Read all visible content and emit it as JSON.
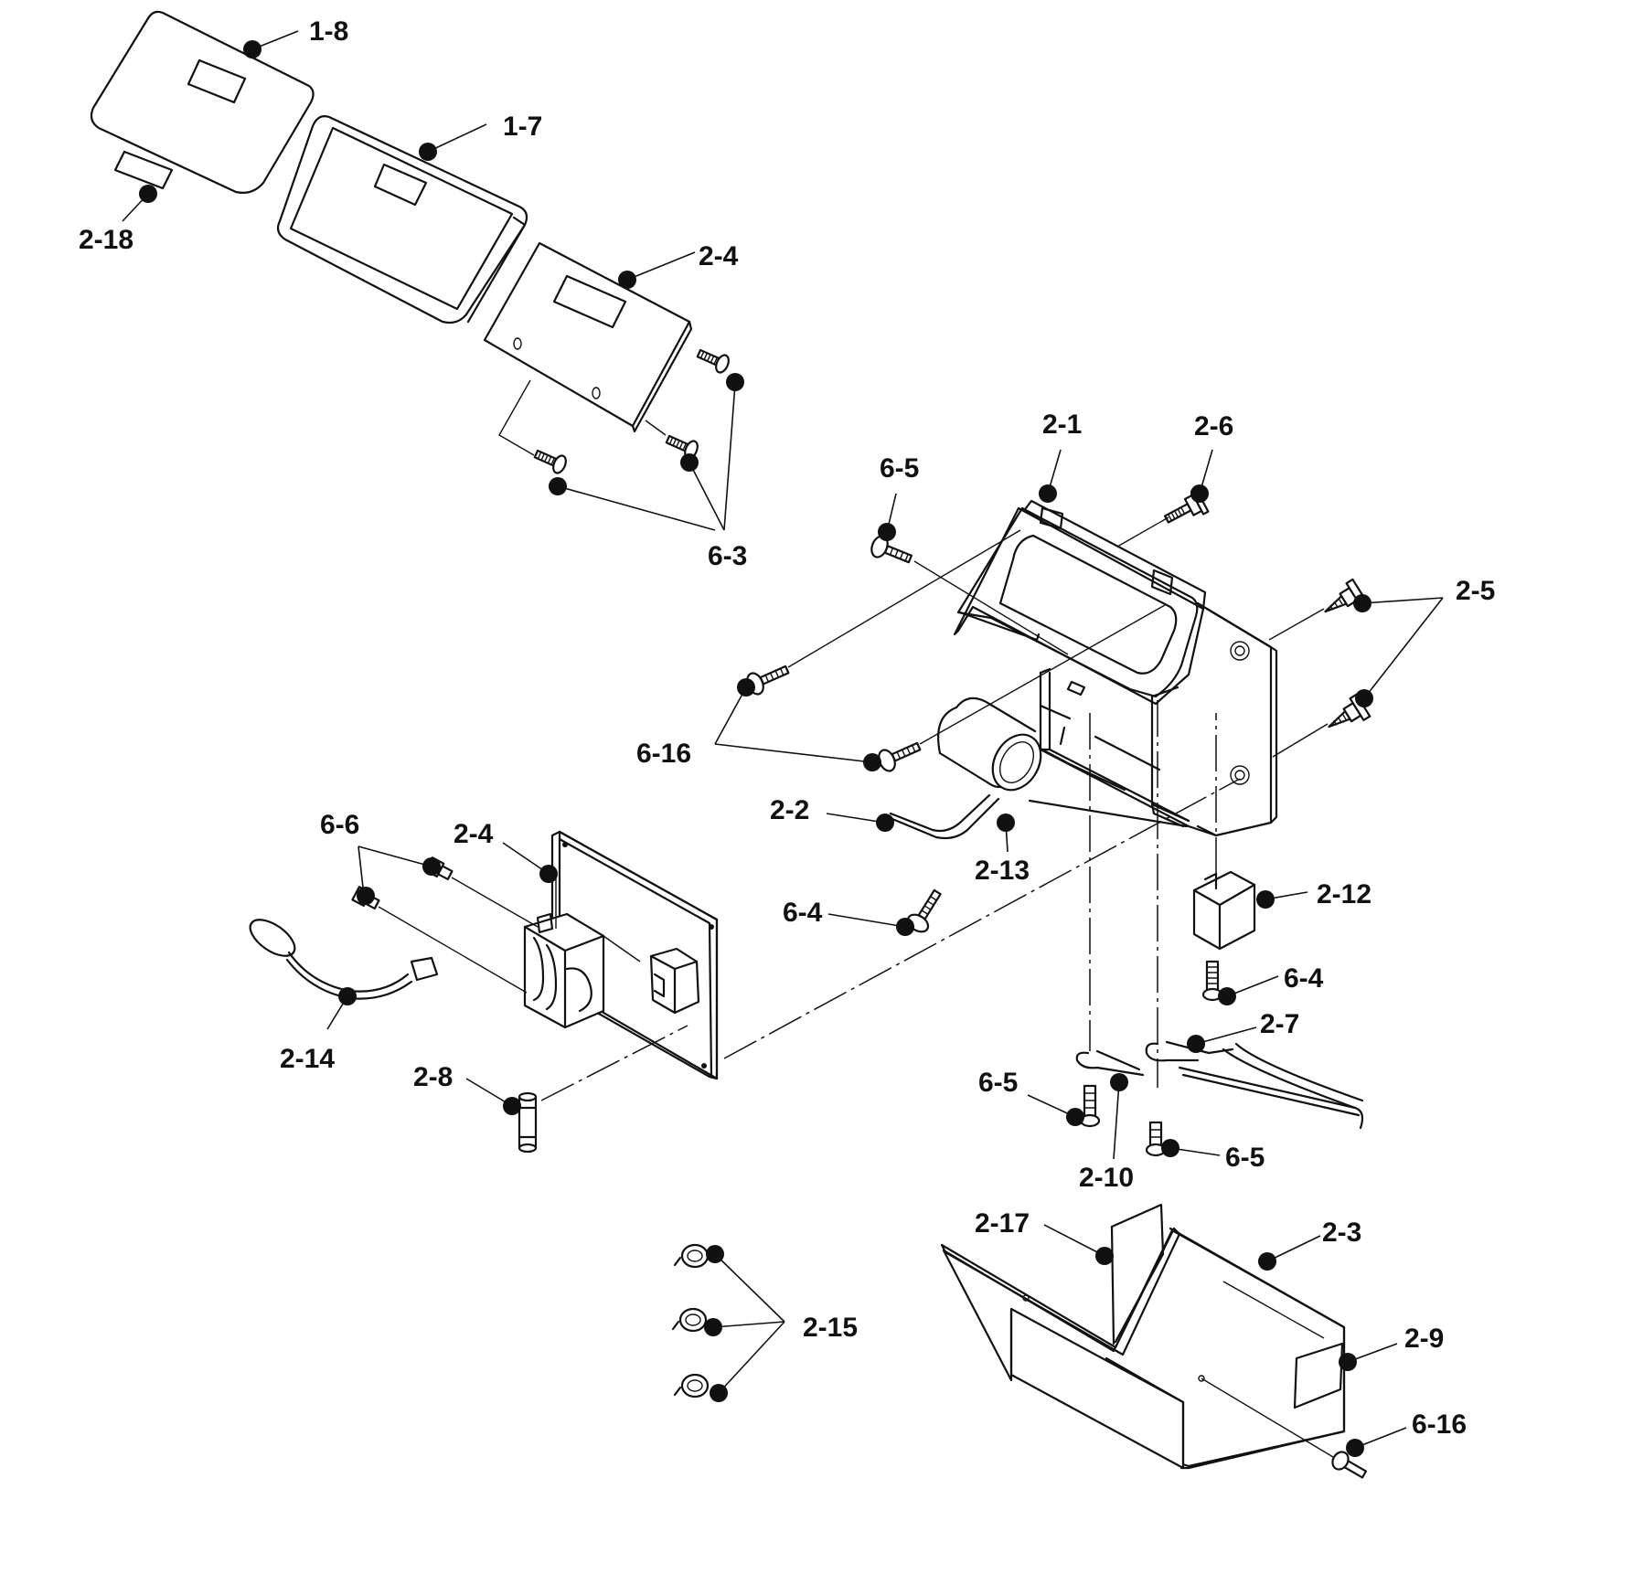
{
  "callouts": [
    {
      "id": "1-8",
      "text": "1-8"
    },
    {
      "id": "1-7",
      "text": "1-7"
    },
    {
      "id": "2-18",
      "text": "2-18"
    },
    {
      "id": "2-4a",
      "text": "2-4"
    },
    {
      "id": "6-3",
      "text": "6-3"
    },
    {
      "id": "2-1",
      "text": "2-1"
    },
    {
      "id": "2-6",
      "text": "2-6"
    },
    {
      "id": "6-5a",
      "text": "6-5"
    },
    {
      "id": "2-5",
      "text": "2-5"
    },
    {
      "id": "6-16a",
      "text": "6-16"
    },
    {
      "id": "2-2",
      "text": "2-2"
    },
    {
      "id": "2-13",
      "text": "2-13"
    },
    {
      "id": "6-6",
      "text": "6-6"
    },
    {
      "id": "2-4b",
      "text": "2-4"
    },
    {
      "id": "6-4a",
      "text": "6-4"
    },
    {
      "id": "2-12",
      "text": "2-12"
    },
    {
      "id": "6-4b",
      "text": "6-4"
    },
    {
      "id": "2-14",
      "text": "2-14"
    },
    {
      "id": "2-7",
      "text": "2-7"
    },
    {
      "id": "2-8",
      "text": "2-8"
    },
    {
      "id": "6-5b",
      "text": "6-5"
    },
    {
      "id": "2-10",
      "text": "2-10"
    },
    {
      "id": "6-5c",
      "text": "6-5"
    },
    {
      "id": "2-17",
      "text": "2-17"
    },
    {
      "id": "2-3",
      "text": "2-3"
    },
    {
      "id": "2-15",
      "text": "2-15"
    },
    {
      "id": "2-9",
      "text": "2-9"
    },
    {
      "id": "6-16b",
      "text": "6-16"
    }
  ]
}
